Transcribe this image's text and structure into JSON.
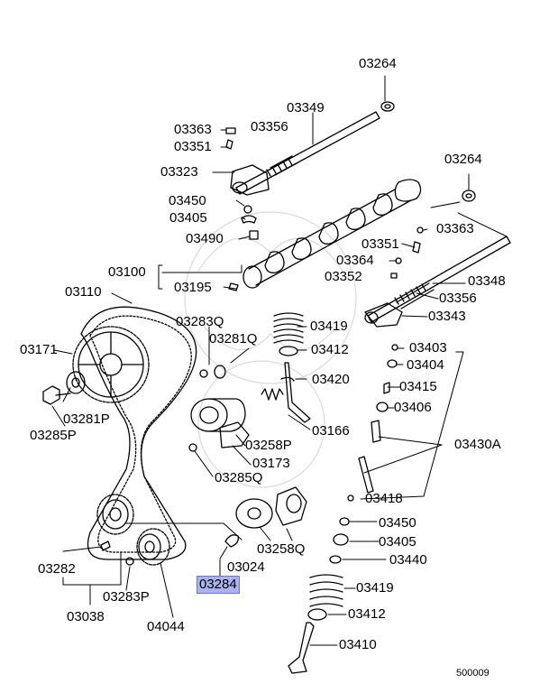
{
  "title": "",
  "highlight_color": "#aab3ee",
  "highlighted_part": "03284",
  "diagram_id": "500009",
  "labels": [
    {
      "key": "l03264a",
      "text": "03264"
    },
    {
      "key": "l03349",
      "text": "03349"
    },
    {
      "key": "l03363a",
      "text": "03363"
    },
    {
      "key": "l03356a",
      "text": "03356"
    },
    {
      "key": "l03351a",
      "text": "03351"
    },
    {
      "key": "l03323",
      "text": "03323"
    },
    {
      "key": "l03264b",
      "text": "03264"
    },
    {
      "key": "l03450a",
      "text": "03450"
    },
    {
      "key": "l03405a",
      "text": "03405"
    },
    {
      "key": "l03363b",
      "text": "03363"
    },
    {
      "key": "l03490",
      "text": "03490"
    },
    {
      "key": "l03351b",
      "text": "03351"
    },
    {
      "key": "l03364",
      "text": "03364"
    },
    {
      "key": "l03100",
      "text": "03100"
    },
    {
      "key": "l03352",
      "text": "03352"
    },
    {
      "key": "l03348",
      "text": "03348"
    },
    {
      "key": "l03110",
      "text": "03110"
    },
    {
      "key": "l03195",
      "text": "03195"
    },
    {
      "key": "l03356b",
      "text": "03356"
    },
    {
      "key": "l03343",
      "text": "03343"
    },
    {
      "key": "l03283Q",
      "text": "03283Q"
    },
    {
      "key": "l03419a",
      "text": "03419"
    },
    {
      "key": "l03281Q",
      "text": "03281Q"
    },
    {
      "key": "l03412a",
      "text": "03412"
    },
    {
      "key": "l03171",
      "text": "03171"
    },
    {
      "key": "l03403",
      "text": "03403"
    },
    {
      "key": "l03404",
      "text": "03404"
    },
    {
      "key": "l03420",
      "text": "03420"
    },
    {
      "key": "l03415",
      "text": "03415"
    },
    {
      "key": "l03406",
      "text": "03406"
    },
    {
      "key": "l03281P",
      "text": "03281P"
    },
    {
      "key": "l03166",
      "text": "03166"
    },
    {
      "key": "l03285P",
      "text": "03285P"
    },
    {
      "key": "l03258P",
      "text": "03258P"
    },
    {
      "key": "l03430A",
      "text": "03430A"
    },
    {
      "key": "l03173",
      "text": "03173"
    },
    {
      "key": "l03285Q",
      "text": "03285Q"
    },
    {
      "key": "l03418",
      "text": "03418"
    },
    {
      "key": "l03450b",
      "text": "03450"
    },
    {
      "key": "l03405b",
      "text": "03405"
    },
    {
      "key": "l03258Q",
      "text": "03258Q"
    },
    {
      "key": "l03440",
      "text": "03440"
    },
    {
      "key": "l03024",
      "text": "03024"
    },
    {
      "key": "l03282",
      "text": "03282"
    },
    {
      "key": "l03284",
      "text": "03284"
    },
    {
      "key": "l03283P",
      "text": "03283P"
    },
    {
      "key": "l03419b",
      "text": "03419"
    },
    {
      "key": "l03038",
      "text": "03038"
    },
    {
      "key": "l03412b",
      "text": "03412"
    },
    {
      "key": "l04044",
      "text": "04044"
    },
    {
      "key": "l03410",
      "text": "03410"
    }
  ]
}
